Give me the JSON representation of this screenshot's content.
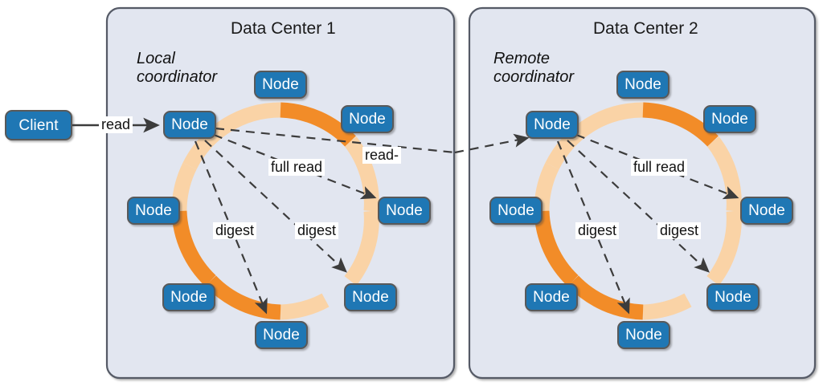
{
  "figure": {
    "background": "#ffffff",
    "panel_fill": "#e2e6f0",
    "panel_stroke": "#555a66",
    "node_fill": "#1f77b4",
    "node_stroke": "#595959",
    "ring_dark": "#f28c28",
    "ring_light": "#fad3a6",
    "arrow_color": "#3c3c3c"
  },
  "client": {
    "label": "Client"
  },
  "client_edge": {
    "label": "read"
  },
  "cross_dc_edge": {
    "label": "read-"
  },
  "datacenters": [
    {
      "title": "Data Center 1",
      "coordinator_caption": {
        "line1": "Local",
        "line2": "coordinator"
      },
      "nodes": [
        {
          "label": "Node",
          "role": "coordinator"
        },
        {
          "label": "Node",
          "role": "ring"
        },
        {
          "label": "Node",
          "role": "ring"
        },
        {
          "label": "Node",
          "role": "replica-full-read"
        },
        {
          "label": "Node",
          "role": "replica-digest"
        },
        {
          "label": "Node",
          "role": "replica-digest"
        },
        {
          "label": "Node",
          "role": "ring"
        },
        {
          "label": "Node",
          "role": "ring"
        }
      ],
      "edges": [
        {
          "label": "full read"
        },
        {
          "label": "digest"
        },
        {
          "label": "digest"
        }
      ]
    },
    {
      "title": "Data Center 2",
      "coordinator_caption": {
        "line1": "Remote",
        "line2": "coordinator"
      },
      "nodes": [
        {
          "label": "Node",
          "role": "coordinator"
        },
        {
          "label": "Node",
          "role": "ring"
        },
        {
          "label": "Node",
          "role": "ring"
        },
        {
          "label": "Node",
          "role": "replica-full-read"
        },
        {
          "label": "Node",
          "role": "replica-digest"
        },
        {
          "label": "Node",
          "role": "replica-digest"
        },
        {
          "label": "Node",
          "role": "ring"
        },
        {
          "label": "Node",
          "role": "ring"
        }
      ],
      "edges": [
        {
          "label": "full read"
        },
        {
          "label": "digest"
        },
        {
          "label": "digest"
        }
      ]
    }
  ]
}
